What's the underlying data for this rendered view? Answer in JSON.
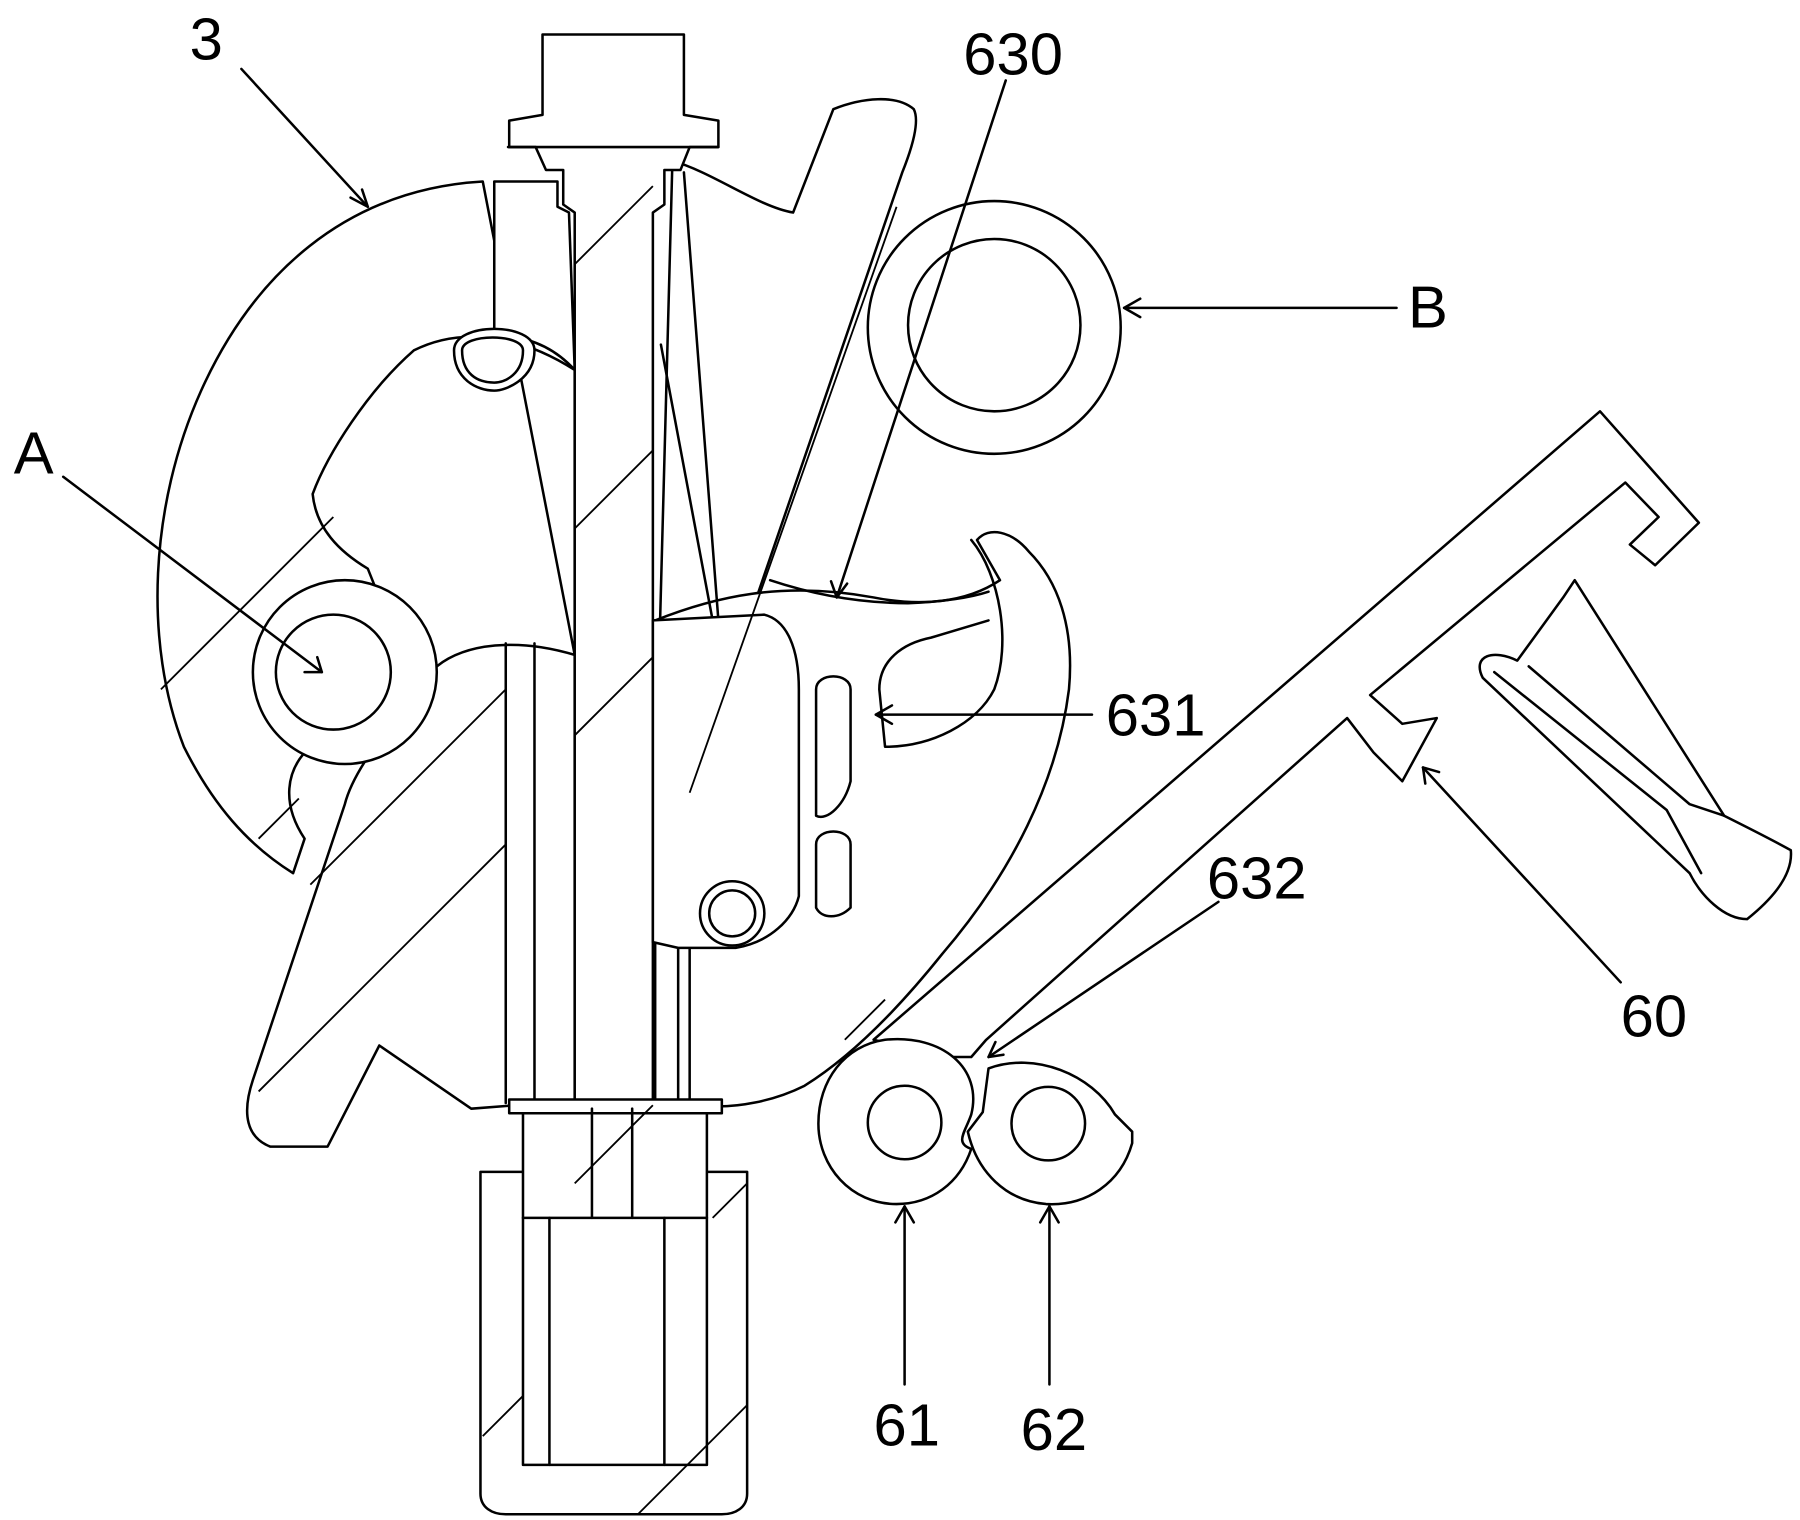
{
  "figure": {
    "background": "#ffffff",
    "line_color": "#000000",
    "labels": {
      "part_3": "3",
      "detail_A": "A",
      "detail_B": "B",
      "part_630": "630",
      "part_631": "631",
      "part_632": "632",
      "part_60": "60",
      "part_61": "61",
      "part_62": "62"
    }
  }
}
